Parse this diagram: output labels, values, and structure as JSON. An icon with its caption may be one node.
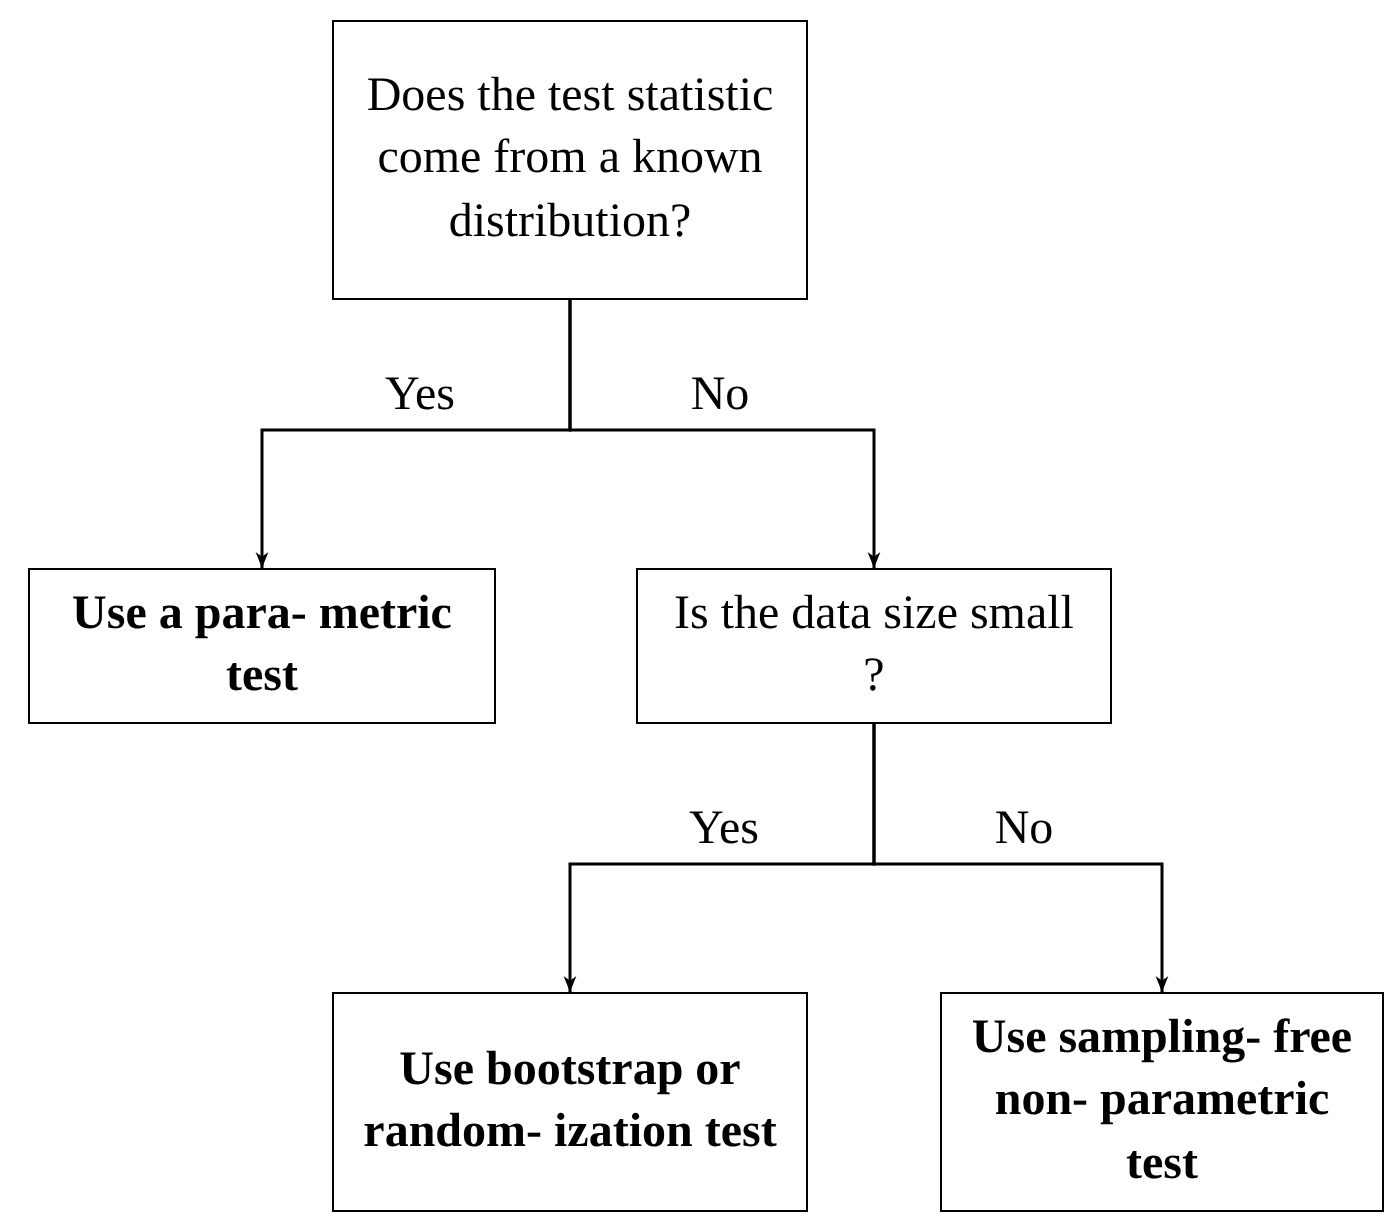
{
  "diagram": {
    "nodes": [
      {
        "text": [
          "Does the test statistic come from a known distribution?"
        ]
      },
      {
        "text": [
          "Use a para- metric test"
        ]
      },
      {
        "text": [
          "Is the data size small ?"
        ]
      },
      {
        "text": [
          "Use bootstrap or random- ization test"
        ]
      },
      {
        "text": [
          "Use sampling- free non- parametric test"
        ]
      }
    ],
    "edges": [
      {
        "from": 0,
        "to": 1,
        "arrow": "to",
        "label": "Yes"
      },
      {
        "from": 0,
        "to": 2,
        "arrow": "to",
        "label": "No"
      },
      {
        "from": 2,
        "to": 3,
        "arrow": "to",
        "label": "Yes"
      },
      {
        "from": 2,
        "to": 4,
        "arrow": "to",
        "label": "No"
      }
    ]
  }
}
